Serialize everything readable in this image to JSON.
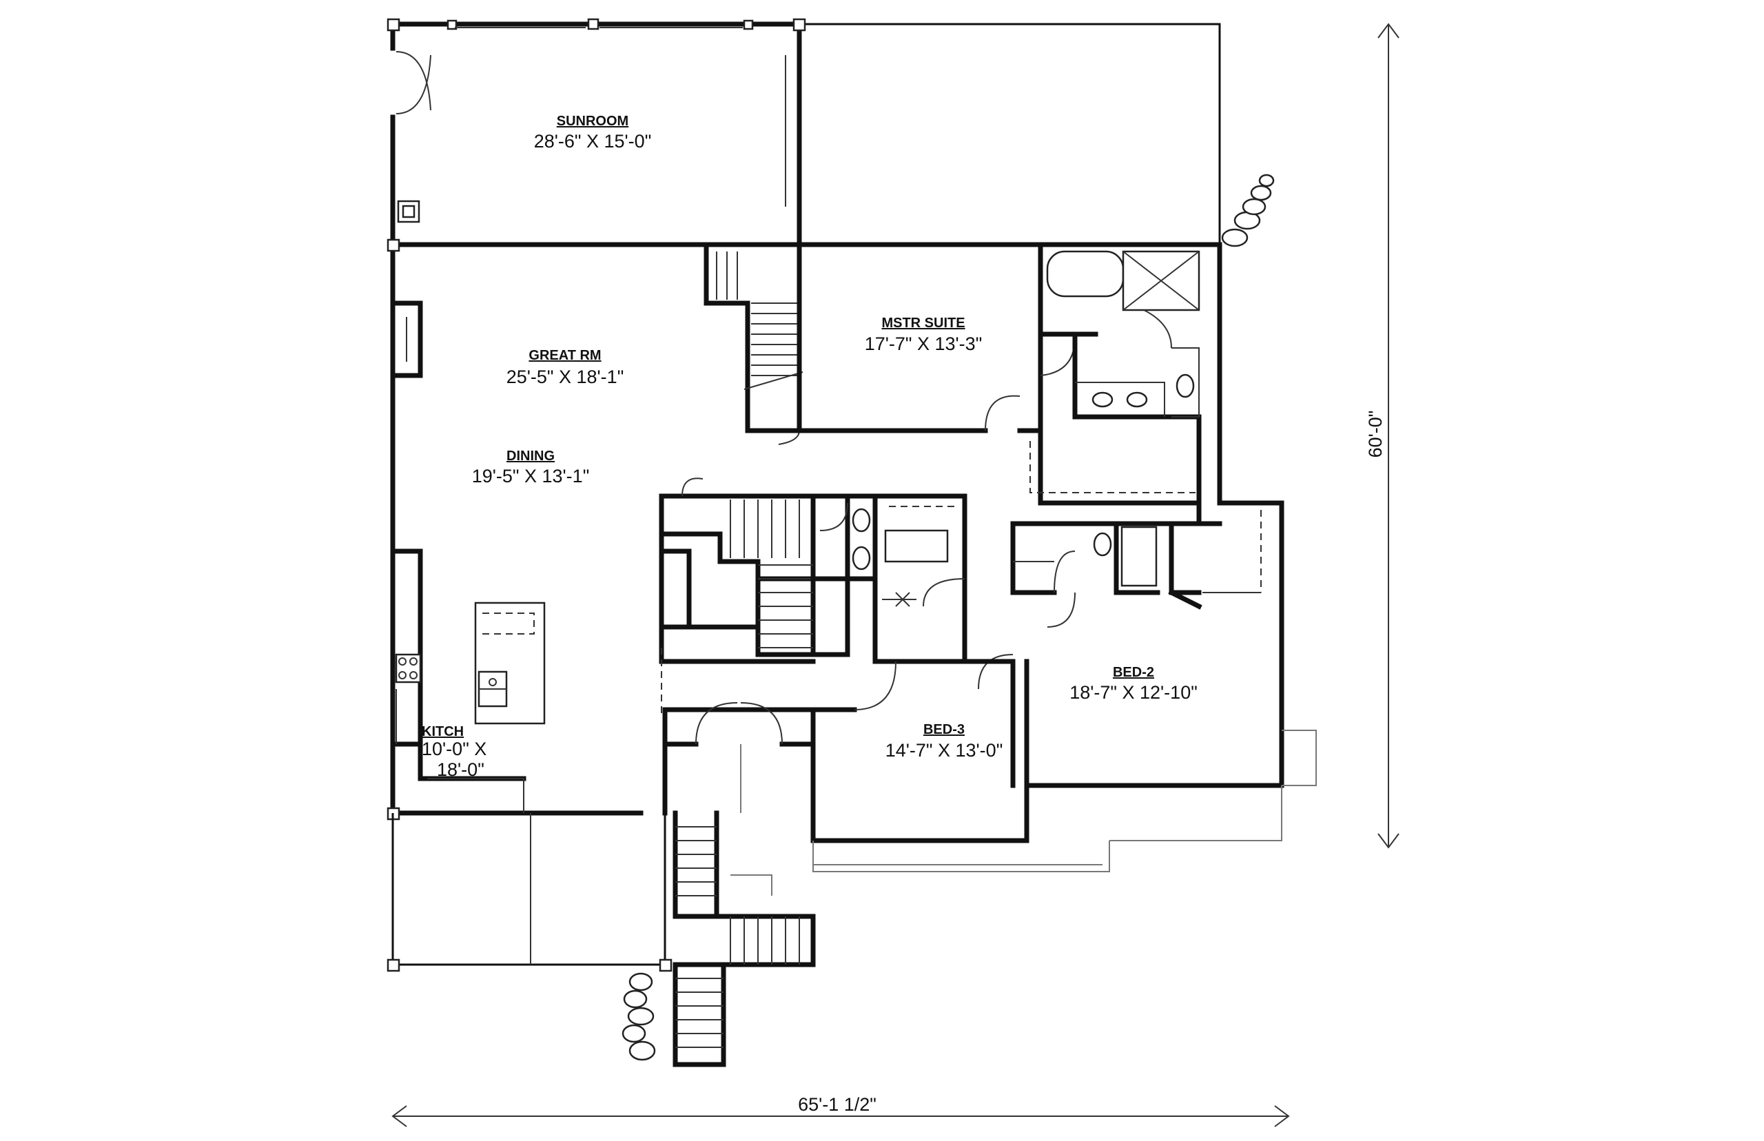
{
  "rooms": {
    "sunroom": {
      "name": "SUNROOM",
      "dims": "28'-6\" X 15'-0\""
    },
    "master": {
      "name": "MSTR SUITE",
      "dims": "17'-7\" X 13'-3\""
    },
    "great_room": {
      "name": "GREAT RM",
      "dims": "25'-5\" X 18'-1\""
    },
    "dining": {
      "name": "DINING",
      "dims": "19'-5\" X 13'-1\""
    },
    "kitchen": {
      "name": "KITCH",
      "dims_line1": "10'-0\" X",
      "dims_line2": "18'-0\""
    },
    "bed2": {
      "name": "BED-2",
      "dims": "18'-7\" X 12'-10\""
    },
    "bed3": {
      "name": "BED-3",
      "dims": "14'-7\" X 13'-0\""
    }
  },
  "dimensions": {
    "overall_width": "65'-1 1/2\"",
    "overall_depth": "60'-0\""
  }
}
